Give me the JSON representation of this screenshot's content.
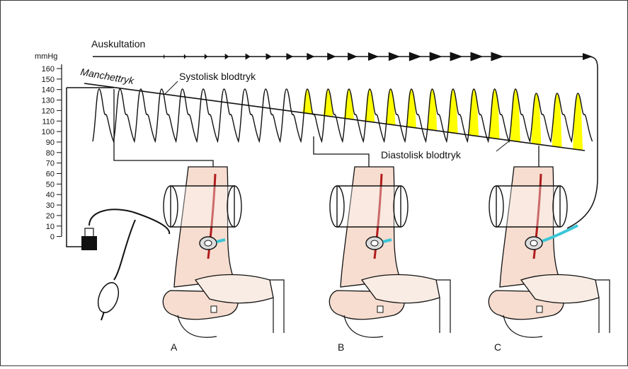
{
  "labels": {
    "auscultation": "Auskultation",
    "unit": "mmHg",
    "cuff_pressure": "Manchettryk",
    "systolic": "Systolisk blodtryk",
    "diastolic": "Diastolisk blodtryk"
  },
  "axis": {
    "ticks": [
      "160",
      "150",
      "140",
      "130",
      "120",
      "110",
      "100",
      "90",
      "80",
      "70",
      "60",
      "50",
      "40",
      "30",
      "20",
      "10",
      "0"
    ]
  },
  "panels": [
    "A",
    "B",
    "C"
  ],
  "colors": {
    "line": "#111111",
    "highlight": "#ffff00",
    "skin": "#f6ddd0",
    "artery": "#b31c1c",
    "tube": "#3bc6d6"
  }
}
